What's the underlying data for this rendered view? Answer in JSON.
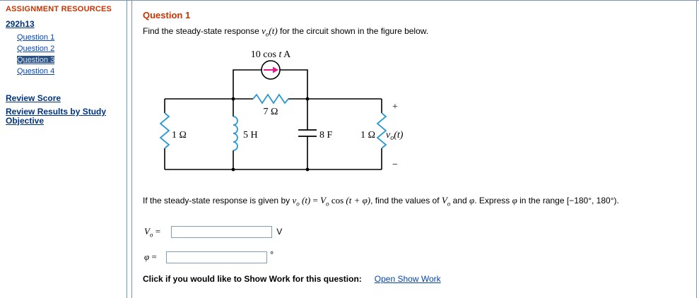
{
  "colors": {
    "accent_red": "#cc3300",
    "link_blue": "#0645ad",
    "nav_navy": "#003380",
    "selected_bg": "#2a5183",
    "selected_text": "#d6e4f2",
    "frame_border": "#7b94b5",
    "input_border": "#7f9db9",
    "resistor_blue": "#2c97d4",
    "arrow_magenta": "#e6158c"
  },
  "sidebar": {
    "heading": "ASSIGNMENT RESOURCES",
    "assignment_link": "292h13",
    "questions": [
      {
        "label": "Question 1",
        "selected": false
      },
      {
        "label": "Question 2",
        "selected": false
      },
      {
        "label": "Question 3",
        "selected": true
      },
      {
        "label": "Question 4",
        "selected": false
      }
    ],
    "review_score_link": "Review Score",
    "review_results_link": "Review Results by Study Objective"
  },
  "main": {
    "heading": "Question 1",
    "prompt": {
      "pre": "Find the steady-state response ",
      "v": "v",
      "v_sub": "o",
      "v_arg": "(t)",
      "post": " for the circuit shown in the figure below."
    },
    "followup": {
      "s1": "If the steady-state response is given by ",
      "v": "v",
      "v_sub": "o",
      "v_arg": " (t)",
      "eq": " = ",
      "V1": "V",
      "V1_sub": "o",
      "cos": "  cos ",
      "arg": "(t + φ)",
      "s2": ", find the values of ",
      "V2": "V",
      "V2_sub": "o",
      "s3": " and ",
      "phi1": "φ",
      "s4": ". Express ",
      "phi2": "φ",
      "s5": " in the range [−180°, 180°)."
    },
    "answer_vo": {
      "label_V": "V",
      "label_sub": "o",
      "label_eq": " = ",
      "value": "",
      "unit": "V"
    },
    "answer_phi": {
      "label_phi": "φ",
      "label_eq": " = ",
      "value": "",
      "unit": "°"
    },
    "showwork": {
      "text": "Click if you would like to Show Work for this question:",
      "link": "Open Show Work"
    }
  },
  "circuit": {
    "source_pre": "10 cos ",
    "source_t": "t",
    "source_post": " A",
    "r_top_label": "7 Ω",
    "r_left_label": "1 Ω",
    "inductor_label": "5 H",
    "capacitor_label": "8 F",
    "r_right_label": "1 Ω",
    "plus": "+",
    "minus": "−",
    "vo_v": "v",
    "vo_sub": "o",
    "vo_arg": "(t)"
  }
}
